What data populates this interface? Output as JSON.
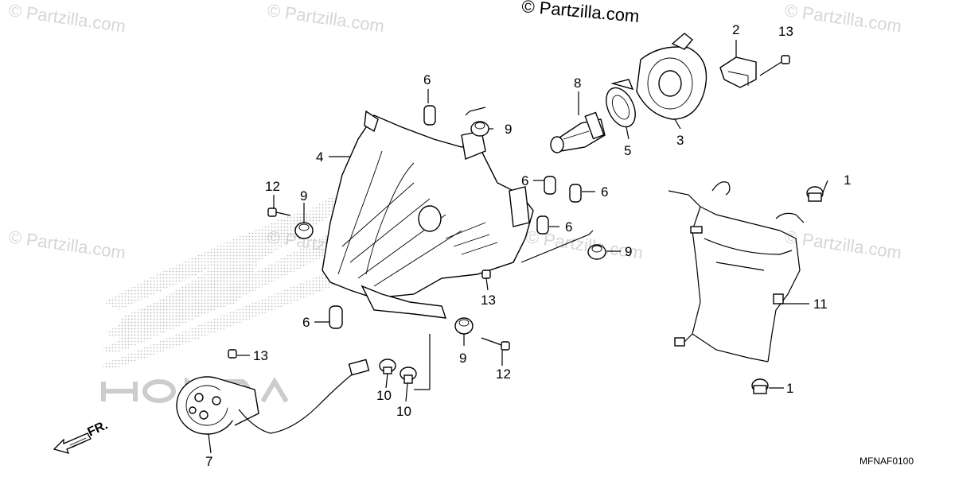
{
  "copyright": "© Partzilla.com",
  "watermark_text": "© Partzilla.com",
  "diagram_code": "MFNAF0100",
  "front_arrow_label": "FR.",
  "background_logo_text": "HONDA",
  "callouts": {
    "c1a": "1",
    "c1b": "1",
    "c2": "2",
    "c3": "3",
    "c4": "4",
    "c5": "5",
    "c6a": "6",
    "c6b": "6",
    "c6c": "6",
    "c6d": "6",
    "c6e": "6",
    "c7": "7",
    "c8": "8",
    "c9a": "9",
    "c9b": "9",
    "c9c": "9",
    "c9d": "9",
    "c10a": "10",
    "c10b": "10",
    "c11": "11",
    "c12a": "12",
    "c12b": "12",
    "c13a": "13",
    "c13b": "13",
    "c13c": "13"
  },
  "colors": {
    "ink": "#000000",
    "watermark": "#d6d6d6",
    "halftone": "#c8c8c8"
  }
}
